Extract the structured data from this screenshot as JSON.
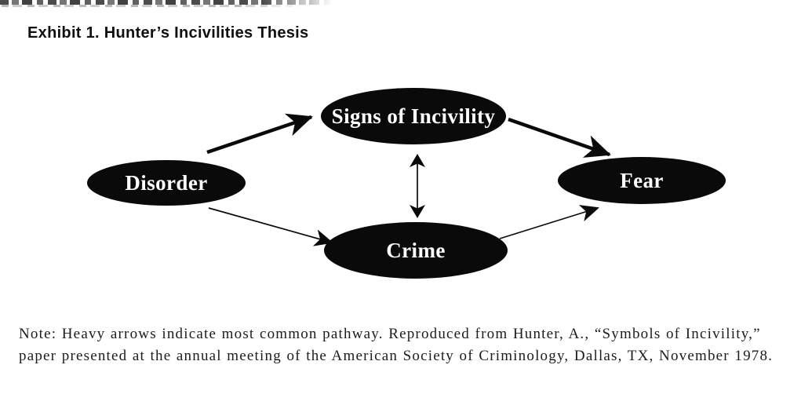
{
  "page": {
    "background": "#ffffff",
    "ink": "#0a0a0a"
  },
  "title": "Exhibit 1. Hunter’s Incivilities Thesis",
  "diagram": {
    "node_fill": "#0a0a0a",
    "label_color": "#ffffff",
    "nodes": [
      {
        "id": "disorder",
        "label": "Disorder"
      },
      {
        "id": "signs",
        "label": "Signs of Incivility"
      },
      {
        "id": "crime",
        "label": "Crime"
      },
      {
        "id": "fear",
        "label": "Fear"
      }
    ],
    "edges": [
      {
        "from": "disorder",
        "to": "signs",
        "style": "heavy",
        "direction": "one-way"
      },
      {
        "from": "signs",
        "to": "fear",
        "style": "heavy",
        "direction": "one-way"
      },
      {
        "from": "disorder",
        "to": "crime",
        "style": "thin",
        "direction": "one-way"
      },
      {
        "from": "crime",
        "to": "fear",
        "style": "thin",
        "direction": "one-way"
      },
      {
        "from": "signs",
        "to": "crime",
        "style": "thin",
        "direction": "two-way"
      }
    ]
  },
  "note": {
    "lines": [
      "Note: Heavy arrows indicate most common pathway. Reproduced from Hunter, A., “Symbols of Incivility,”",
      "paper presented at the annual meeting of the American Society of Criminology, Dallas, TX, November 1978."
    ]
  }
}
